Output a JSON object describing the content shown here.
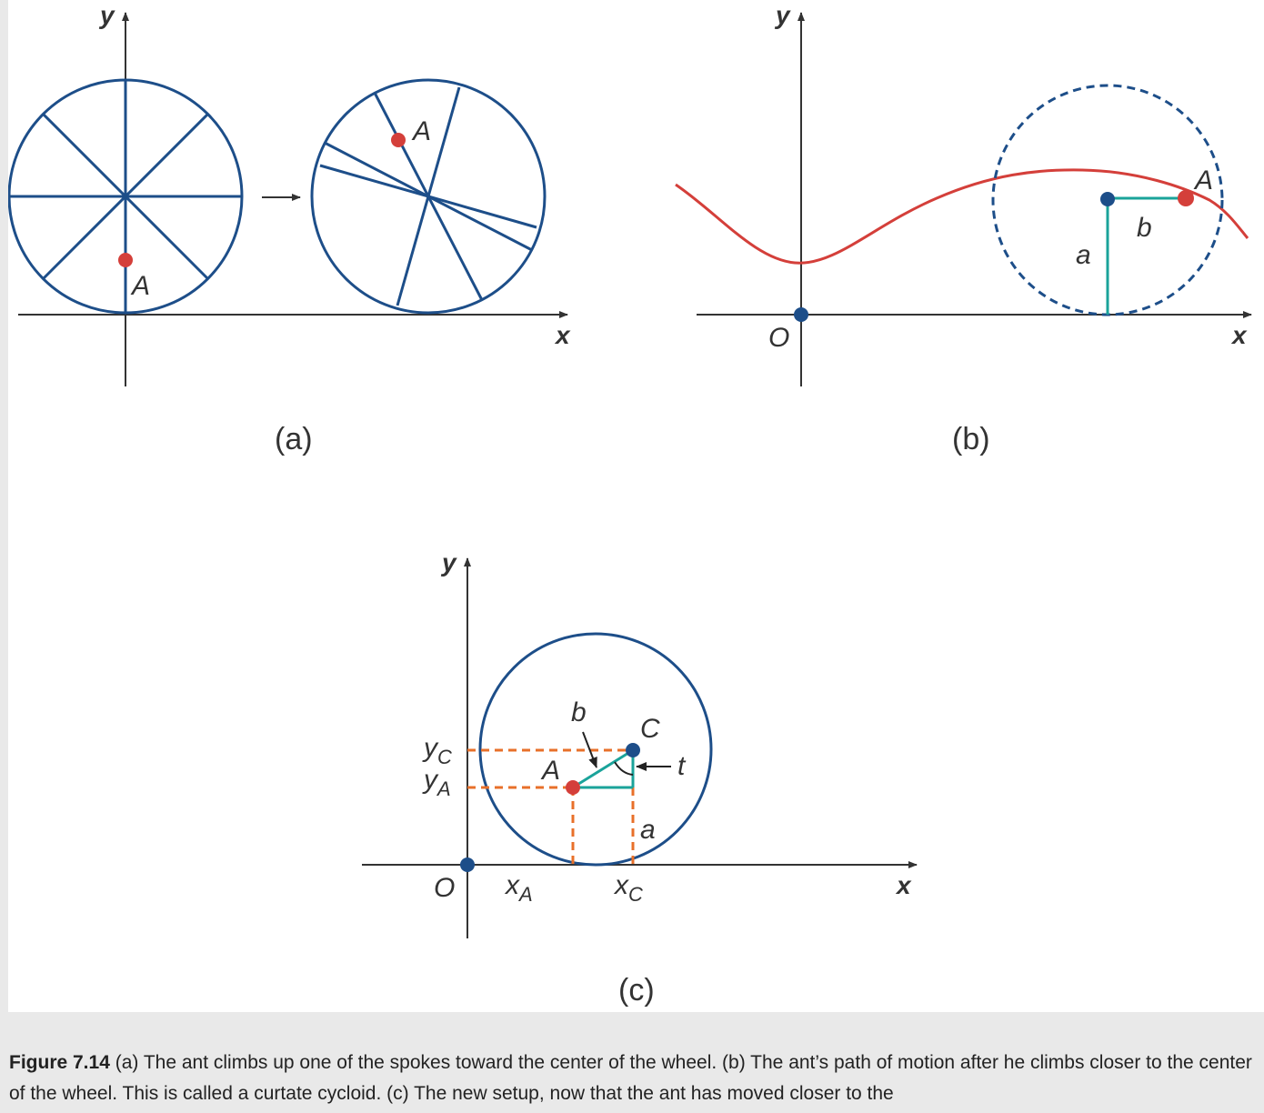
{
  "colors": {
    "wheel": "#1d4e89",
    "point": "#d43f3a",
    "center_dot": "#1d4e89",
    "curve": "#d43f3a",
    "radius_lines": "#1aa39a",
    "dashed_guides": "#e8702a",
    "axis": "#333333"
  },
  "panel_a": {
    "label": "(a)",
    "y_axis": "y",
    "x_axis": "x",
    "point_label": "A"
  },
  "panel_b": {
    "label": "(b)",
    "y_axis": "y",
    "x_axis": "x",
    "origin": "O",
    "point_label": "A",
    "radius_a": "a",
    "radius_b": "b"
  },
  "panel_c": {
    "label": "(c)",
    "y_axis": "y",
    "x_axis": "x",
    "origin": "O",
    "point_a": "A",
    "center_c": "C",
    "length_b": "b",
    "length_a": "a",
    "angle_t": "t",
    "yc": {
      "main": "y",
      "sub": "C"
    },
    "ya": {
      "main": "y",
      "sub": "A"
    },
    "xa": {
      "main": "x",
      "sub": "A"
    },
    "xc": {
      "main": "x",
      "sub": "C"
    }
  },
  "caption": {
    "figure_number": "Figure 7.14",
    "text": " (a) The ant climbs up one of the spokes toward the center of the wheel. (b) The ant’s path of motion after he climbs closer to the center of the wheel. This is called a curtate cycloid. (c) The new setup, now that the ant has moved closer to the"
  }
}
